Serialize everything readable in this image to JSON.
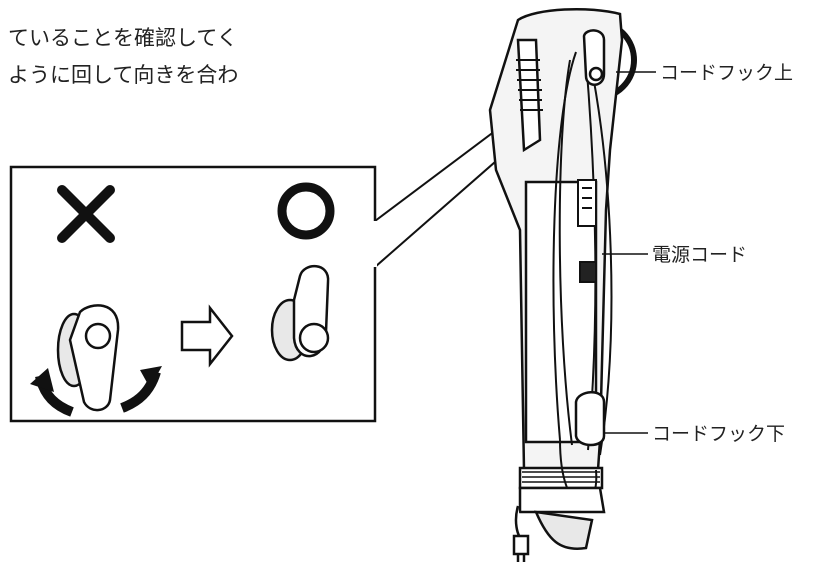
{
  "intro_text": {
    "line1": "ていることを確認してく",
    "line2": "ように回して向きを合わ"
  },
  "inset": {
    "wrong_mark": "✕",
    "correct_mark": "○",
    "arrow_icon": "hollow-right-arrow-icon",
    "rotate_icon": "rotate-arrows-icon"
  },
  "callouts": {
    "hook_upper": "コードフック上",
    "power_cord": "電源コード",
    "hook_lower": "コードフック下"
  }
}
